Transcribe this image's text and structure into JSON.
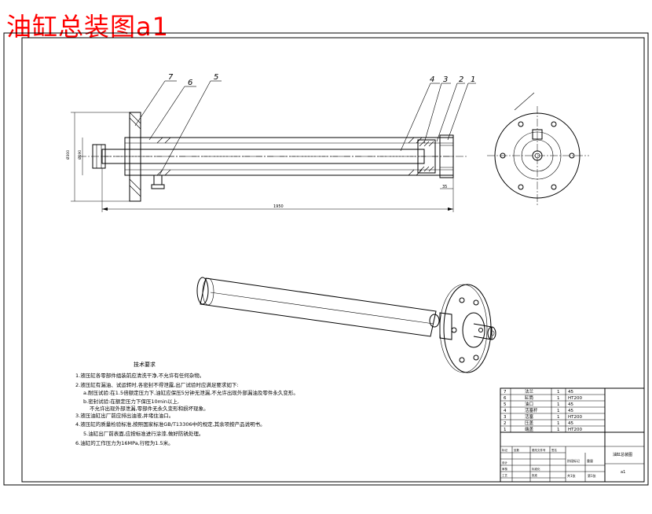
{
  "title": "油缸总装图a1",
  "balloons": [
    "7",
    "6",
    "5",
    "4",
    "3",
    "2",
    "1"
  ],
  "dimensions": {
    "overall_length": "1950",
    "right_offset": "35",
    "bore_label": "Ø190",
    "flange_label": "Ø300"
  },
  "tech_requirements": {
    "heading": "技术要求",
    "items": [
      "1.液压缸各零部件组装前应清洗干净,不允许有任何杂物。",
      "2.液压缸有漏油、试运转时,各密封不得泄露,出厂试验时应满足要求如下:",
      "a.耐压试验:在1.5倍额定压力下,油缸应保压5分钟无泄漏,不允许出现外部漏油及零件永久变形。",
      "b.密封试验:在额定压力下保压10min以上,",
      "不允许出现外部泄漏,零部件无永久变形和损坏现象。",
      "3.液压油缸出厂前应排出油液,并堵住油口。",
      "4.液压缸的质量检验标准,按照国家标准GB/T13306中的规定,其余项按产品说明书。",
      "5.油缸出厂前表面,应按标准进行涂漆,做好防锈处理。",
      "6.油缸的工作压力为16MPa,行程为1.5米。"
    ]
  },
  "parts_table": {
    "rows": [
      {
        "no": "7",
        "name": "法兰",
        "qty": "1",
        "material": "45"
      },
      {
        "no": "6",
        "name": "缸筒",
        "qty": "1",
        "material": "HT200"
      },
      {
        "no": "5",
        "name": "油口",
        "qty": "1",
        "material": "45"
      },
      {
        "no": "4",
        "name": "活塞杆",
        "qty": "1",
        "material": "45"
      },
      {
        "no": "3",
        "name": "活塞",
        "qty": "1",
        "material": "HT200"
      },
      {
        "no": "2",
        "name": "压盖",
        "qty": "1",
        "material": "45"
      },
      {
        "no": "1",
        "name": "端盖",
        "qty": "1",
        "material": "HT200"
      }
    ]
  },
  "title_block": {
    "drawing_name": "油缸总装图",
    "code": "a1",
    "row_labels": [
      "标记",
      "设计",
      "审核",
      "工艺"
    ],
    "col_labels": [
      "处数",
      "分区",
      "更改文件号",
      "签名",
      "年月日"
    ],
    "stage_label": "阶段标记",
    "weight_label": "重量",
    "scale_label": "比例",
    "sheet_total": "共1张",
    "sheet_no": "第1张",
    "approve_label": "批准",
    "std_label": "标准化"
  }
}
